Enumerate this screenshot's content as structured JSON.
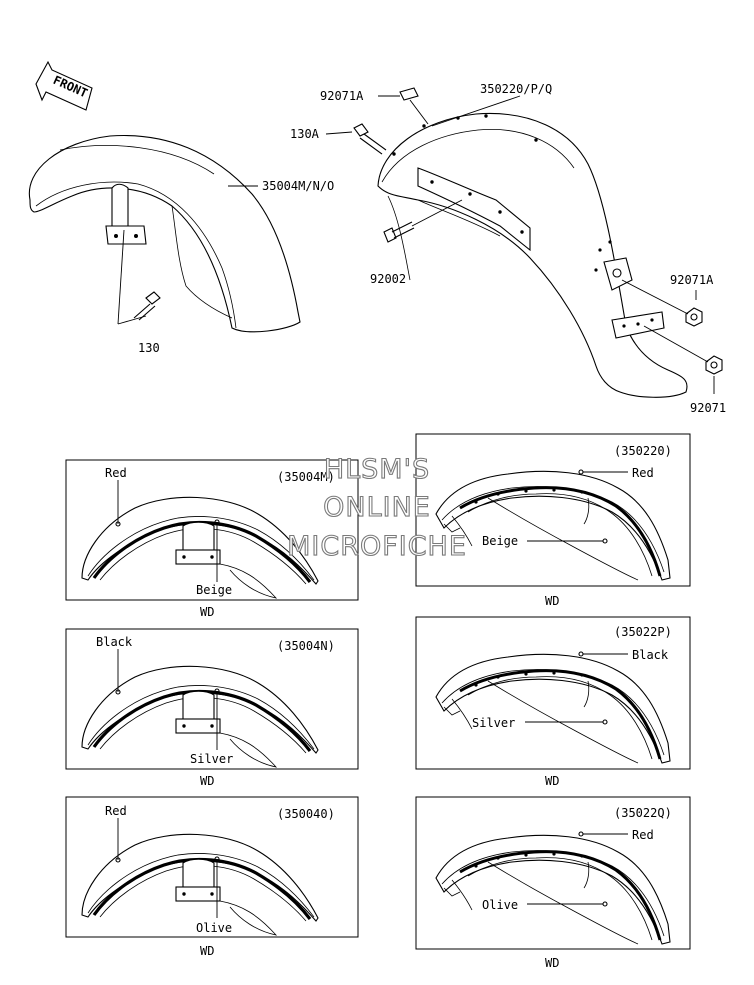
{
  "front_label": "FRONT",
  "parts": {
    "p92071a_top": "92071A",
    "p350220pq": "350220/P/Q",
    "p130a": "130A",
    "p35004mno": "35004M/N/O",
    "p92002": "92002",
    "p92071a_right": "92071A",
    "p130": "130",
    "p92071": "92071"
  },
  "variants": {
    "front_m": {
      "code": "(35004M)",
      "color1": "Red",
      "color2": "Beige",
      "model": "WD"
    },
    "front_n": {
      "code": "(35004N)",
      "color1": "Black",
      "color2": "Silver",
      "model": "WD"
    },
    "front_o": {
      "code": "(350040)",
      "color1": "Red",
      "color2": "Olive",
      "model": "WD"
    },
    "rear_0": {
      "code": "(350220)",
      "color1": "Red",
      "color2": "Beige",
      "model": "WD"
    },
    "rear_p": {
      "code": "(35022P)",
      "color1": "Black",
      "color2": "Silver",
      "model": "WD"
    },
    "rear_q": {
      "code": "(35022Q)",
      "color1": "Red",
      "color2": "Olive",
      "model": "WD"
    }
  },
  "watermark": {
    "line1": "HLSM'S",
    "line2": "ONLINE",
    "line3": "MICROFICHE"
  }
}
